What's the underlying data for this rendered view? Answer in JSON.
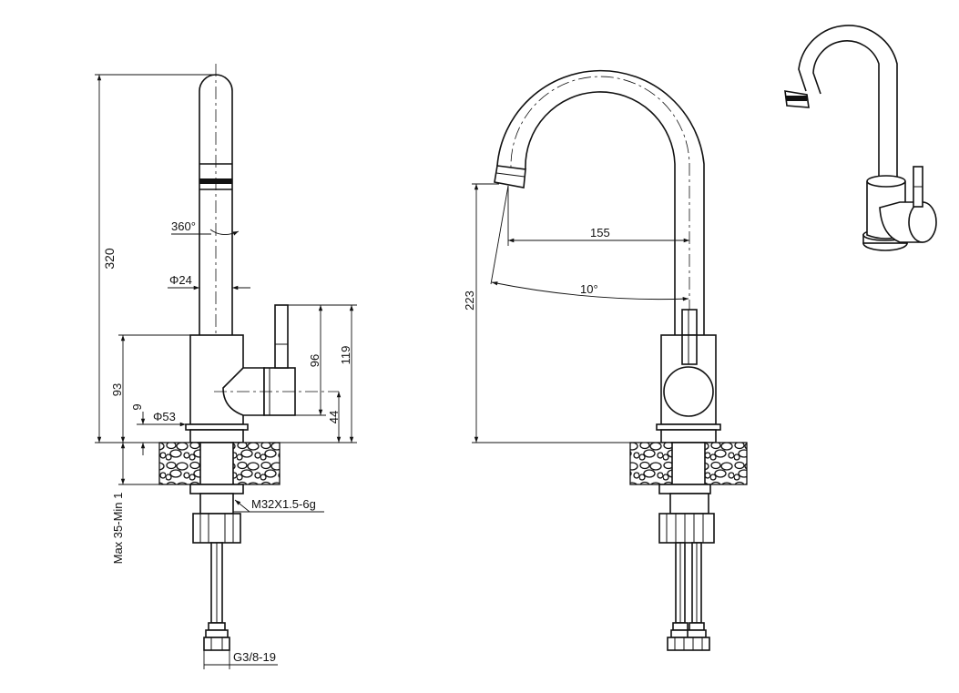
{
  "dimensions": {
    "height_total": "320",
    "rotation": "360°",
    "tube_diameter": "Φ24",
    "body_height": "93",
    "base_offset": "9",
    "base_diameter": "Φ53",
    "lever_height": "96",
    "handle_height": "119",
    "handle_axis_height": "44",
    "thread_mount": "M32X1.5-6g",
    "mount_thickness": "Max 35-Min 1",
    "hose_thread": "G3/8-19",
    "spout_height": "223",
    "reach": "155",
    "tilt_angle": "10°"
  }
}
